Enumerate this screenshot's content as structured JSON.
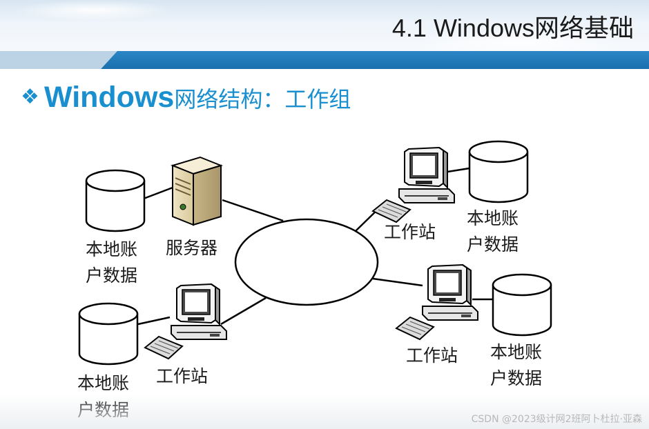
{
  "header": {
    "title": "4.1  Windows网络基础"
  },
  "slide": {
    "bullet": "❖",
    "title_windows": "Windows",
    "title_rest": "网络结构：工作组"
  },
  "diagram": {
    "local_account_line1": "本地账",
    "local_account_line2": "户数据",
    "server_label": "服务器",
    "workstation_label": "工作站"
  },
  "footer": {
    "watermark": "CSDN @2023级计网2班阿卜杜拉·亚森"
  }
}
